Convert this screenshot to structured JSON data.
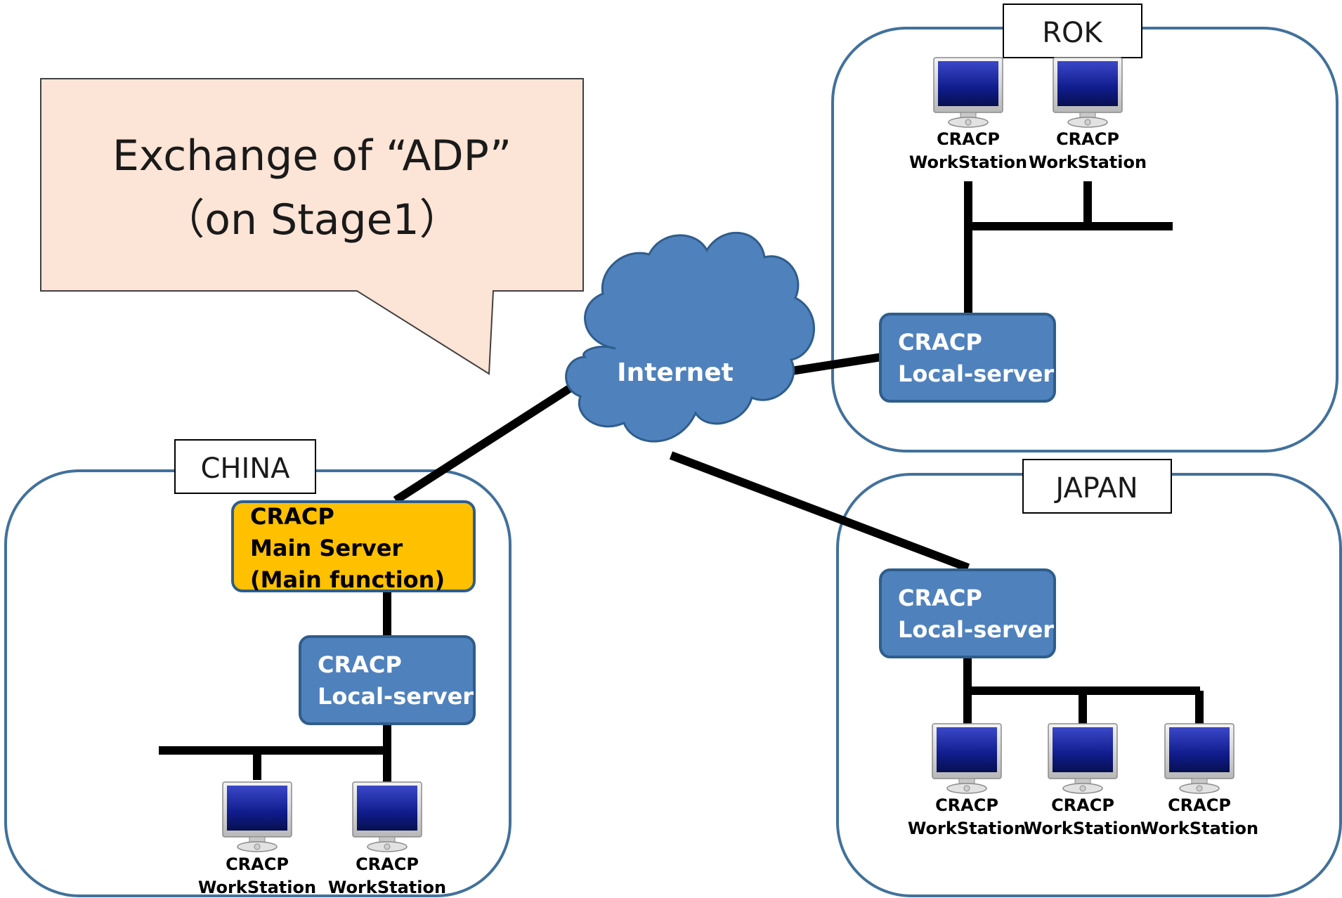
{
  "callout": {
    "line1": "Exchange of “ADP”",
    "line2": "（on Stage1）"
  },
  "internet": {
    "label": "Internet"
  },
  "regions": {
    "rok": {
      "label": "ROK"
    },
    "china": {
      "label": "CHINA"
    },
    "japan": {
      "label": "JAPAN"
    }
  },
  "main_server": {
    "line1": "CRACP",
    "line2": "Main Server",
    "line3": "(Main function)"
  },
  "local_server": {
    "line1": "CRACP",
    "line2": "Local-server"
  },
  "workstation": {
    "line1": "CRACP",
    "line2": "WorkStation"
  },
  "colors": {
    "region_border": "#41719c",
    "server_fill": "#4f81bd",
    "server_border": "#2f5d8c",
    "main_server_fill": "#ffc000",
    "cloud_fill": "#4f81bd",
    "callout_fill": "#fce4d6",
    "link": "#000000"
  }
}
